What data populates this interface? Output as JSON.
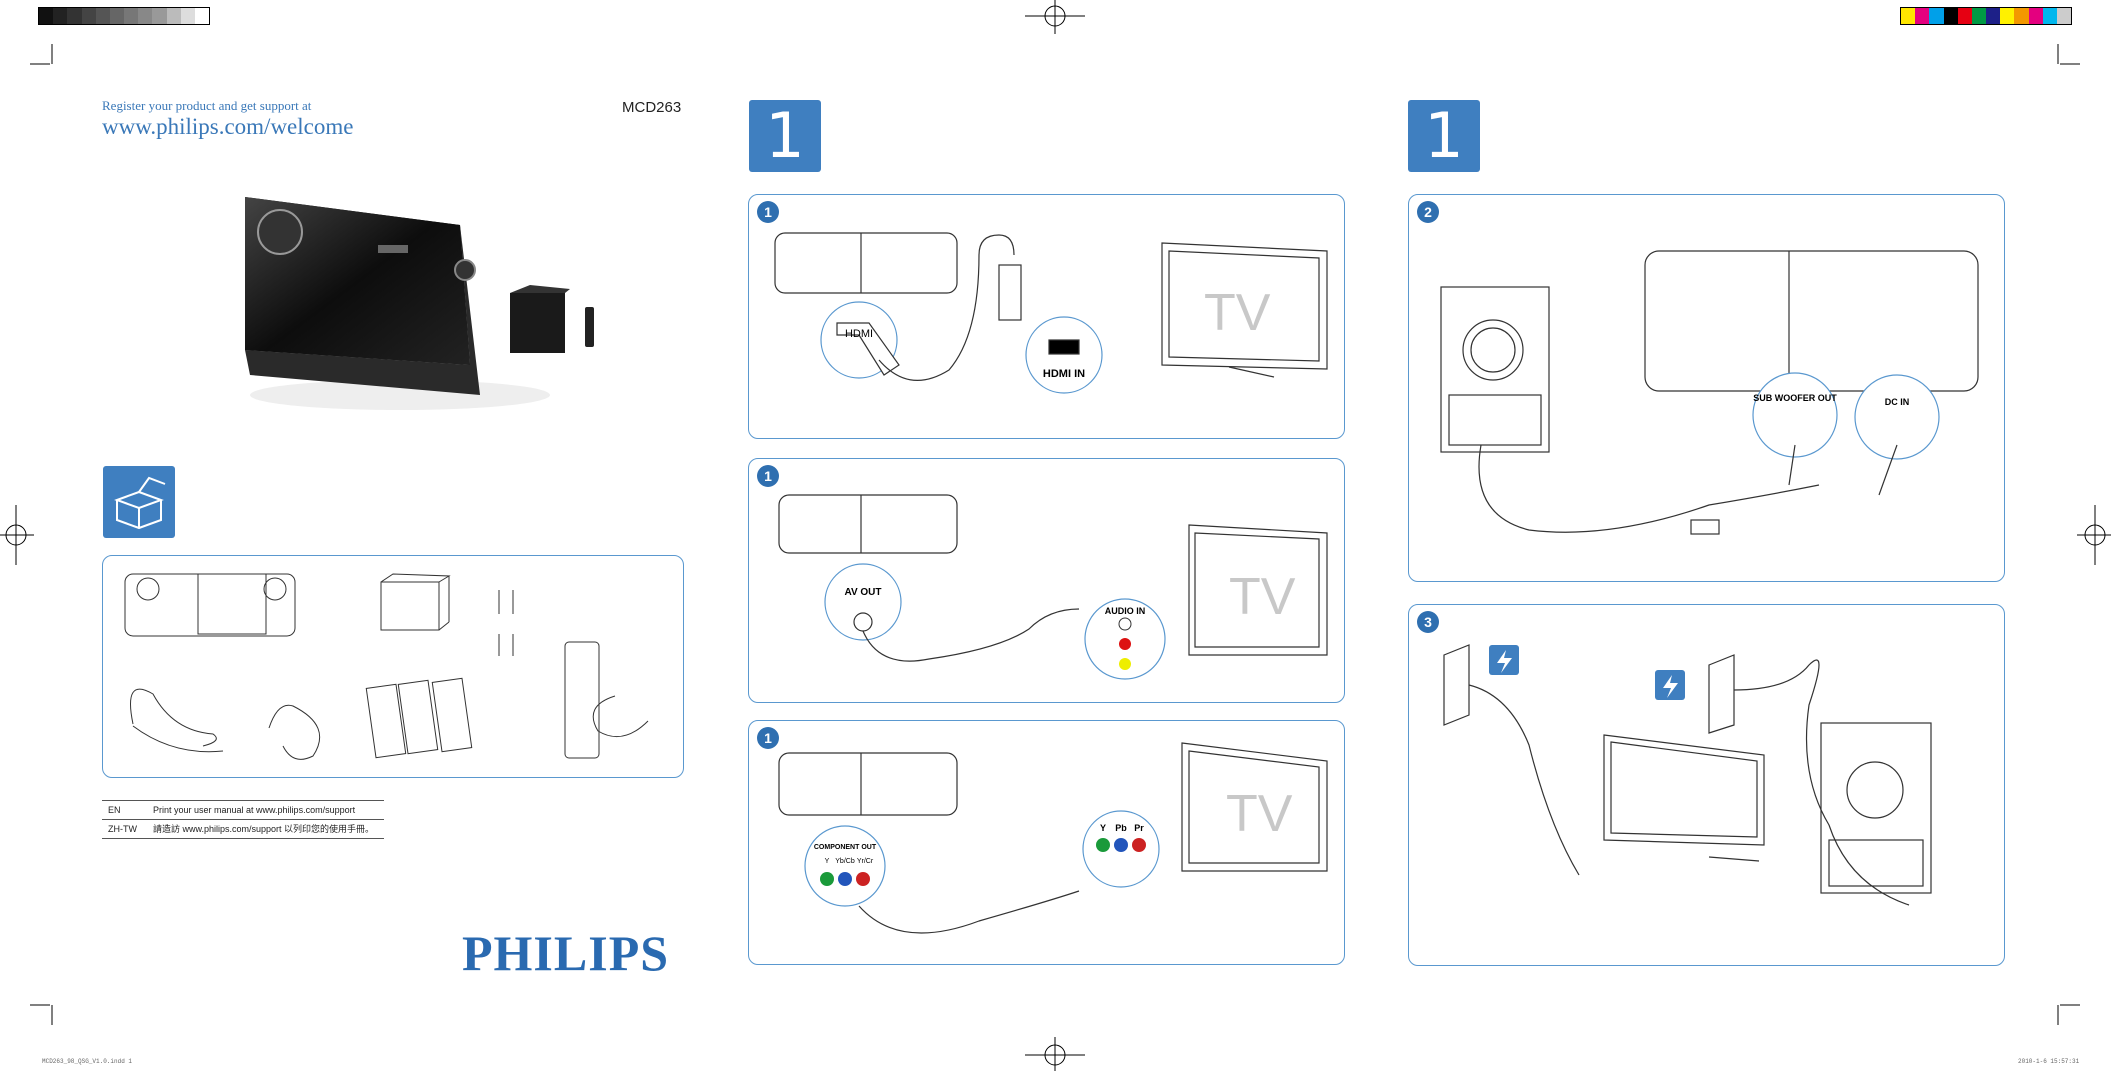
{
  "header": {
    "register_text": "Register your product and get support at",
    "url": "www.philips.com/welcome",
    "model": "MCD263"
  },
  "brand": {
    "logo_text": "PHILIPS",
    "color": "#2a6ab0"
  },
  "colors": {
    "accent": "#3f7fc0",
    "panel_border": "#5a98cf"
  },
  "steps": {
    "big_number_left": "1",
    "big_number_right": "1"
  },
  "connections": {
    "hdmi": {
      "badge": "1",
      "port_label": "HDMI",
      "tv_port_label": "HDMI IN",
      "tv_text": "TV"
    },
    "av": {
      "badge": "1",
      "port_label": "AV OUT",
      "tv_port_label": "AUDIO IN",
      "tv_text": "TV"
    },
    "component": {
      "badge": "1",
      "port_label": "COMPONENT OUT",
      "sub_labels": [
        "Y",
        "Yb/Cb",
        "Yr/Cr"
      ],
      "tv_sub_labels": [
        "Y",
        "Pb",
        "Pr"
      ],
      "tv_text": "TV"
    },
    "sub": {
      "badge": "2",
      "sub_label": "SUB WOOFER OUT",
      "dc_label": "DC IN"
    },
    "power": {
      "badge": "3"
    }
  },
  "manual_table": [
    {
      "lang": "EN",
      "text": "Print your user manual at www.philips.com/support"
    },
    {
      "lang": "ZH-TW",
      "text": "請造訪 www.philips.com/support 以列印您的使用手冊。"
    }
  ],
  "footer": {
    "file_left": "MCD263_98_QSG_V1.0.indd   1",
    "date_right": "2010-1-6   15:57:31"
  }
}
